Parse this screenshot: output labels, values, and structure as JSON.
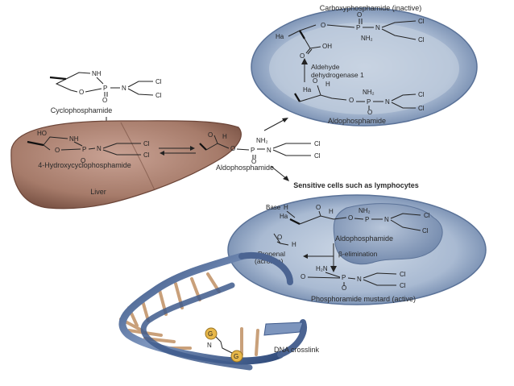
{
  "labels": {
    "cyclophosphamide": "Cyclophosphamide",
    "hydroxy": "4-Hydroxycyclophosphamide",
    "liver": "Liver",
    "aldo_center": "Aldophosphamide",
    "aldo_top": "Aldophosphamide",
    "aldo_bottom": "Aldophosphamide",
    "carboxy": "Carboxyphosphamide (inactive)",
    "aldh_line1": "Aldehyde",
    "aldh_line2": "dehydrogenase 1",
    "sensitive": "Sensitive cells such as lymphocytes",
    "propenal_line1": "Propenal",
    "propenal_line2": "(acrolein)",
    "beta": "β-elimination",
    "mustard": "Phosphoramide mustard (active)",
    "crosslink": "DNA crosslink",
    "base": "Base"
  },
  "atoms": {
    "nh": "NH",
    "p": "P",
    "o": "O",
    "n": "N",
    "cl": "Cl",
    "ho": "HO",
    "h": "H",
    "nh2": "NH₂",
    "oh": "OH",
    "ha": "Ha",
    "h2n": "H₂N",
    "g": "G"
  },
  "colors": {
    "liver": "#a67b6a",
    "cell": "#9fb2cc",
    "nucleus": "#8a9fbf",
    "dna_backbone": "#4b6492",
    "dna_rung": "#c9a07a",
    "guanine": "#e8b84a"
  }
}
